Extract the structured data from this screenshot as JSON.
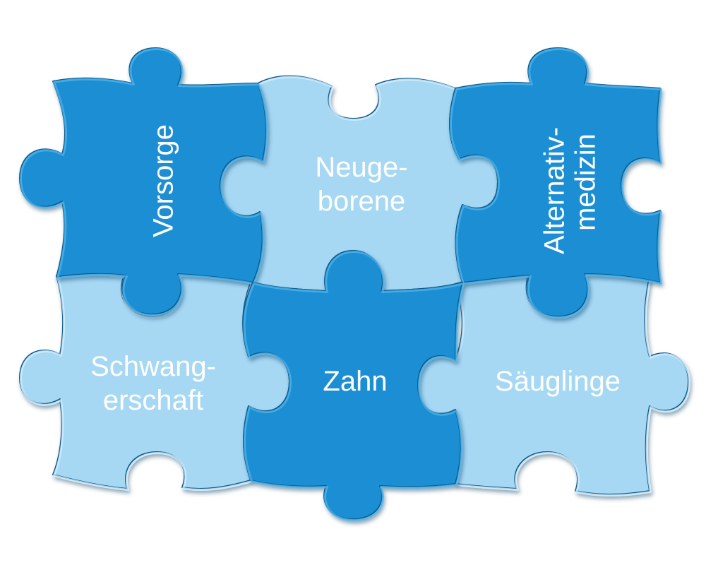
{
  "colors": {
    "dark_blue": "#1a8fd4",
    "dark_blue_hi": "#4fb3ea",
    "light_blue": "#a6d8f4",
    "light_blue_hi": "#d4eefb",
    "outline": "#0d5a8a",
    "label": "#ffffff"
  },
  "pieces": [
    {
      "id": "vorsorge",
      "lines": [
        "Vorsorge"
      ],
      "color": "dark"
    },
    {
      "id": "neugeborene",
      "lines": [
        "Neuge-",
        "borene"
      ],
      "color": "light"
    },
    {
      "id": "alternativmedizin",
      "lines": [
        "Alternativ-",
        "medizin"
      ],
      "color": "dark"
    },
    {
      "id": "schwangerschaft",
      "lines": [
        "Schwang-",
        "erschaft"
      ],
      "color": "light"
    },
    {
      "id": "zahn",
      "lines": [
        "Zahn"
      ],
      "color": "dark"
    },
    {
      "id": "sauglinge",
      "lines": [
        "Säuglinge"
      ],
      "color": "light"
    }
  ]
}
